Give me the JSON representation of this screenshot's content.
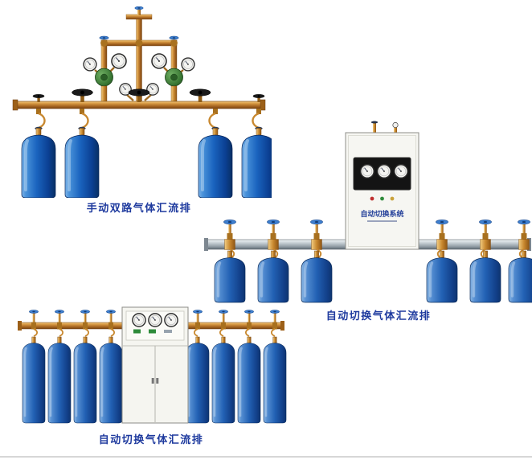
{
  "page": {
    "background": "#ffffff"
  },
  "products": [
    {
      "name": "manual-dual-manifold",
      "caption": "手动双路气体汇流排",
      "cylinder_count": 4
    },
    {
      "name": "auto-switch-manifold-wall-cabinet",
      "caption": "自动切换气体汇流排",
      "cabinet_label": "自动切换系统",
      "cylinder_count": 6
    },
    {
      "name": "auto-switch-manifold-floor-cabinet",
      "caption": "自动切换气体汇流排",
      "cylinder_count": 8
    }
  ],
  "colors": {
    "caption_text": "#1e3a9e",
    "cylinder_blue": "#1a63be",
    "brass_pipe": "#c8882f",
    "steel_pipe": "#9aa4ac",
    "cabinet_body": "#f5f5f0",
    "panel_black": "#141414",
    "handwheel_blue": "#3d7fd0",
    "regulator_green": "#3c7a36"
  }
}
